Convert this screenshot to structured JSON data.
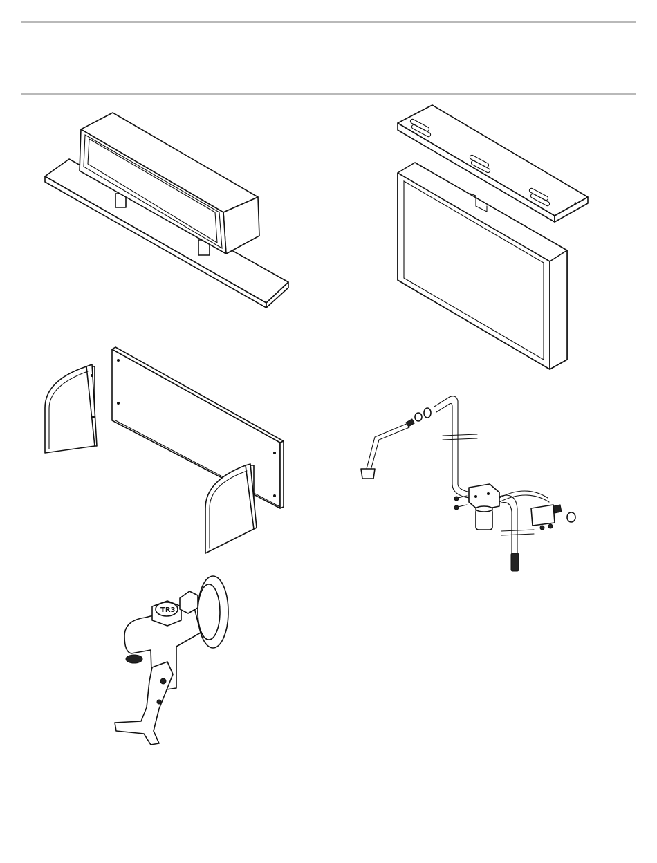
{
  "page": {
    "header_rules": true
  },
  "figures": [
    {
      "id": "display-box-with-base",
      "icon": "display-box-illustration"
    },
    {
      "id": "panel-and-cover-plate",
      "icon": "panel-frame-illustration"
    },
    {
      "id": "side-panels-and-back-panel",
      "icon": "side-panels-illustration"
    },
    {
      "id": "tubing-and-filter-assembly",
      "icon": "tubing-assembly-illustration"
    },
    {
      "id": "faucet-valve",
      "icon": "faucet-valve-illustration",
      "knob_marking": "TR3"
    }
  ]
}
